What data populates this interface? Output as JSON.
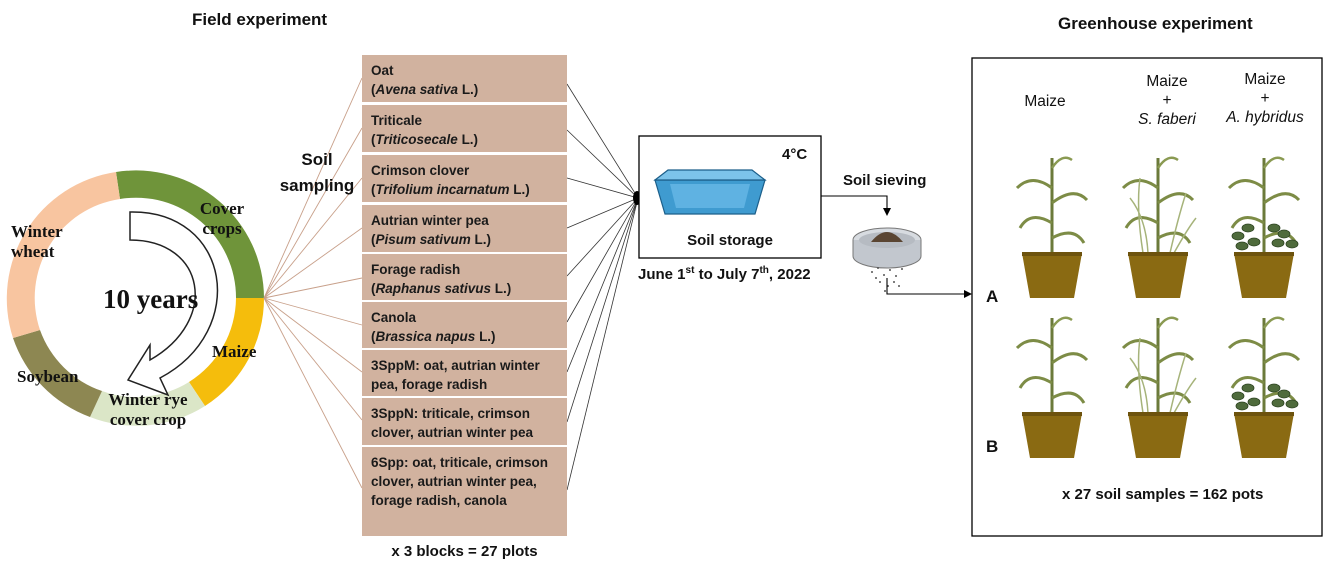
{
  "field": {
    "title": "Field experiment",
    "rotation_center": "10 years",
    "segments": [
      {
        "label_line1": "Cover",
        "label_line2": "crops",
        "color": "#6f943a"
      },
      {
        "label_line1": "Maize",
        "label_line2": "",
        "color": "#f5bd0c"
      },
      {
        "label_line1": "Winter rye",
        "label_line2": "cover crop",
        "color": "#dbe6c7"
      },
      {
        "label_line1": "Soybean",
        "label_line2": "",
        "color": "#8d8752"
      },
      {
        "label_line1": "Winter",
        "label_line2": "wheat",
        "color": "#f8c5a0"
      }
    ],
    "soil_sampling_line1": "Soil",
    "soil_sampling_line2": "sampling",
    "blocks_note": "x 3 blocks = 27 plots"
  },
  "treatments": [
    {
      "common": "Oat",
      "sci_open": "(",
      "sci": "Avena sativa",
      "sci_close": " L.)"
    },
    {
      "common": "Triticale",
      "sci_open": "(",
      "sci": "Triticosecale",
      "sci_close": " L.)"
    },
    {
      "common": "Crimson clover",
      "sci_open": "(",
      "sci": "Trifolium incarnatum",
      "sci_close": " L.)"
    },
    {
      "common": "Autrian winter pea",
      "sci_open": "(",
      "sci": "Pisum sativum",
      "sci_close": " L.)"
    },
    {
      "common": "Forage radish",
      "sci_open": "(",
      "sci": "Raphanus sativus",
      "sci_close": " L.)"
    },
    {
      "common": "Canola",
      "sci_open": "(",
      "sci": "Brassica napus",
      "sci_close": " L.)"
    },
    {
      "mix": "3SppM: oat, autrian winter pea, forage radish"
    },
    {
      "mix": "3SppN: triticale, crimson clover, autrian winter pea"
    },
    {
      "mix": "6Spp: oat, triticale, crimson clover, autrian winter pea, forage radish, canola"
    }
  ],
  "storage": {
    "temperature": "4°C",
    "label": "Soil storage",
    "date_part1": "June 1",
    "date_sup1": "st",
    "date_part2": " to July 7",
    "date_sup2": "th",
    "date_part3": ", 2022"
  },
  "sieving": {
    "label": "Soil sieving"
  },
  "greenhouse": {
    "title": "Greenhouse experiment",
    "treatments": [
      {
        "line1": "Maize",
        "line2": "",
        "line3": ""
      },
      {
        "line1": "Maize",
        "line2": "+",
        "line3": "S. faberi"
      },
      {
        "line1": "Maize",
        "line2": "+",
        "line3": "A. hybridus"
      }
    ],
    "rows": [
      "A",
      "B"
    ],
    "total": "x 27 soil samples = 162 pots",
    "pot_color": "#8a6a12"
  }
}
